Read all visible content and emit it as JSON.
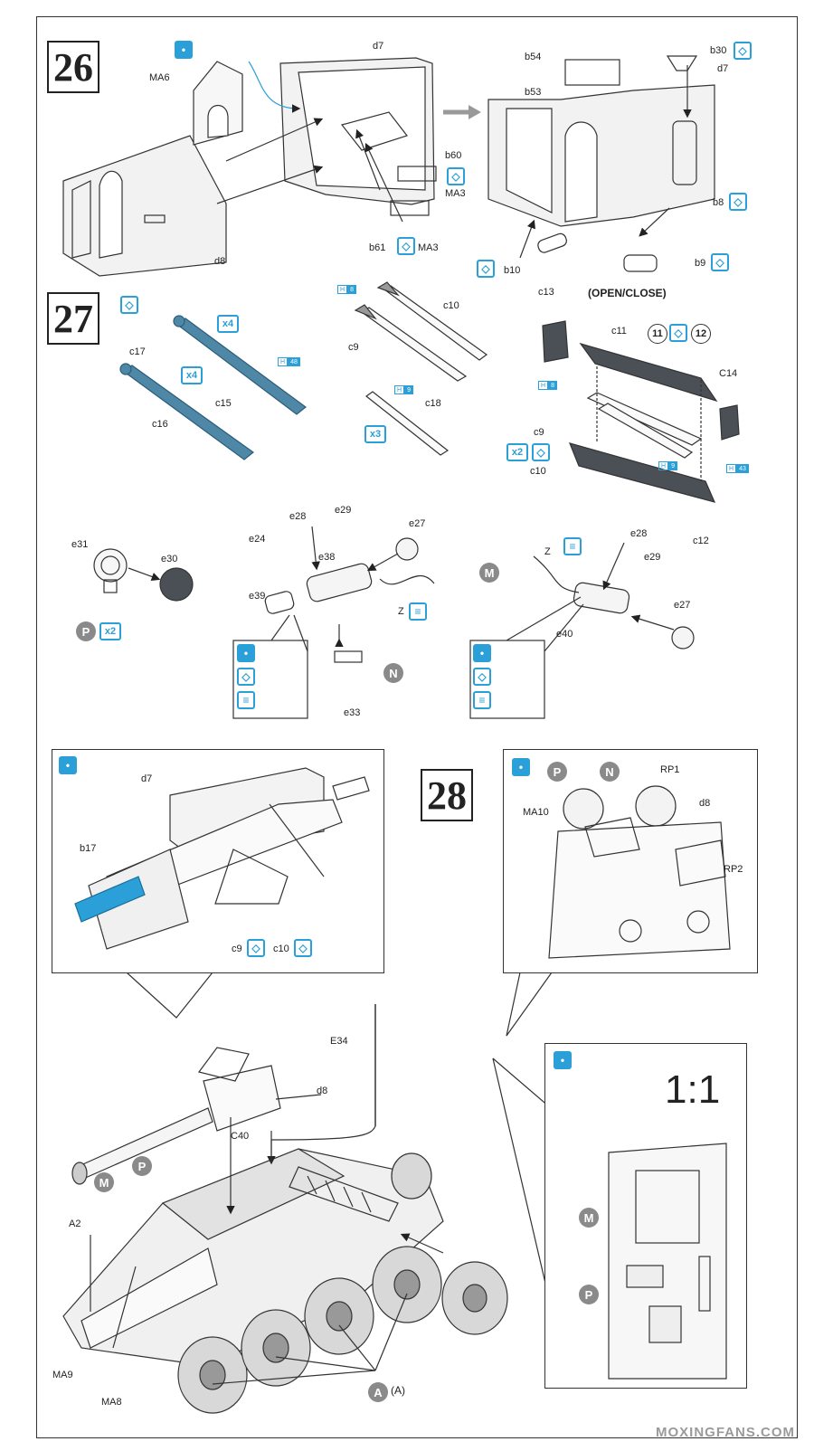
{
  "steps": {
    "s26": "26",
    "s27": "27",
    "s28": "28"
  },
  "labels": {
    "MA6": "MA6",
    "d7a": "d7",
    "d8a": "d8",
    "b60": "b60",
    "MA3a": "MA3",
    "b61": "b61",
    "MA3b": "MA3",
    "b54": "b54",
    "b53": "b53",
    "b30": "b30",
    "d7b": "d7",
    "b8": "b8",
    "b10": "b10",
    "b9": "b9",
    "c17": "c17",
    "c15": "c15",
    "c16": "c16",
    "x4a": "x4",
    "x4b": "x4",
    "c10a": "c10",
    "c9a": "c9",
    "c18": "c18",
    "x3": "x3",
    "open_close": "(OPEN/CLOSE)",
    "c13": "c13",
    "c11": "c11",
    "n11": "11",
    "n12": "12",
    "C14": "C14",
    "c9b": "c9",
    "c10b": "c10",
    "x2a": "x2",
    "c12": "c12",
    "e31": "e31",
    "e30": "e30",
    "x2b": "x2",
    "e28a": "e28",
    "e29a": "e29",
    "e24": "e24",
    "e27a": "e27",
    "e38": "e38",
    "e39": "e39",
    "Za": "Z",
    "e33": "e33",
    "e28b": "e28",
    "e29b": "e29",
    "Zb": "Z",
    "e27b": "e27",
    "e40": "e40",
    "d7c": "d7",
    "b17": "b17",
    "c9c": "c9",
    "c10c": "c10",
    "RP1": "RP1",
    "MA10": "MA10",
    "d8b": "d8",
    "RP2": "RP2",
    "E34": "E34",
    "d8c": "d8",
    "C40": "C40",
    "A2": "A2",
    "MA9": "MA9",
    "MA8": "MA8",
    "A_main": "A",
    "A_paren": "(A)",
    "scale": "1:1"
  },
  "badges": {
    "h8a": [
      "H",
      "8"
    ],
    "h8b": [
      "H",
      "8"
    ],
    "h48": [
      "H",
      "48"
    ],
    "h9a": [
      "H",
      "9"
    ],
    "h9b": [
      "H",
      "9"
    ],
    "h37": [
      "H",
      "43"
    ]
  },
  "markers": {
    "M": "M",
    "P": "P",
    "N": "N"
  },
  "watermark": "MOXINGFANS.COM",
  "icons": {
    "glue": "cement-icon",
    "flip": "both-sides-icon",
    "paint": "paint-icon",
    "color_accent": "#2a9fd8",
    "marker_grey": "#8a8a8a"
  }
}
